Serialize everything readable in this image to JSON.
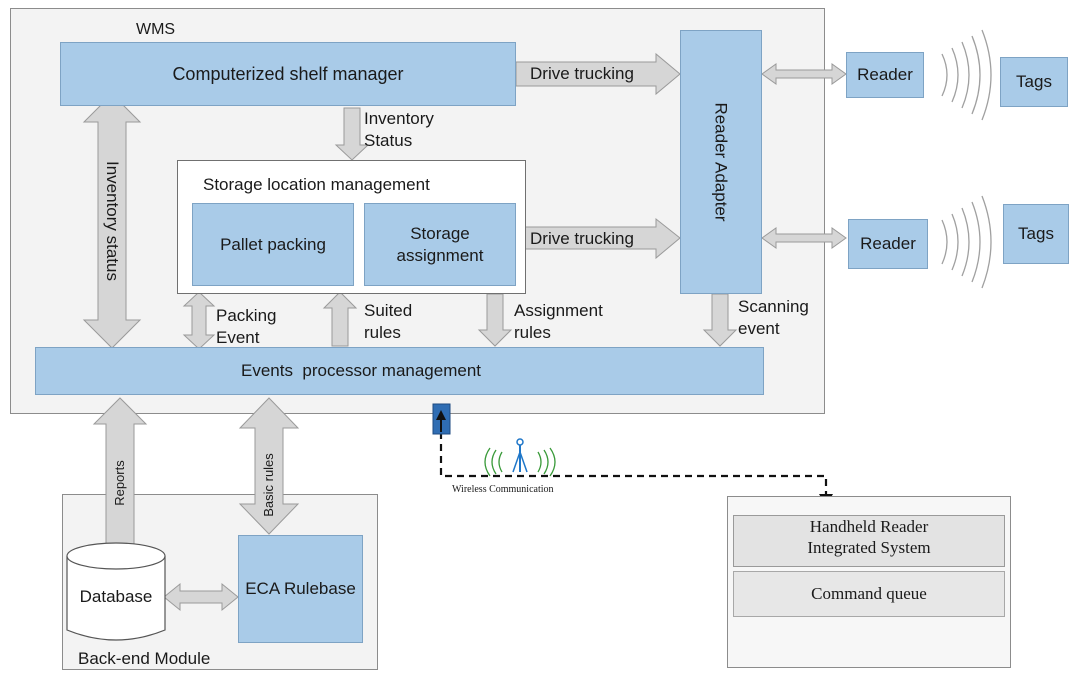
{
  "wms": {
    "title": "WMS",
    "shelf_manager": "Computerized shelf manager",
    "storage_location_title": "Storage location management",
    "pallet_packing": "Pallet packing",
    "storage_assignment": "Storage\nassignment",
    "reader_adapter": "Reader Adapter",
    "events_processor": "Events  processor management"
  },
  "flows": {
    "drive_trucking_top": "Drive trucking",
    "drive_trucking_bottom": "Drive trucking",
    "inventory_status_down": "Inventory\nStatus",
    "inventory_status_vertical": "Inventory status",
    "packing_event": "Packing\nEvent",
    "suited_rules": "Suited\nrules",
    "assignment_rules": "Assignment\nrules",
    "scanning_event": "Scanning\nevent",
    "reports": "Reports",
    "basic_rules": "Basic rules"
  },
  "readers": [
    {
      "reader": "Reader",
      "tags": "Tags"
    },
    {
      "reader": "Reader",
      "tags": "Tags"
    }
  ],
  "backend": {
    "title": "Back-end Module",
    "database": "Database",
    "ruleBase": "ECA Rulebase"
  },
  "wireless": {
    "label": "Wireless Communication"
  },
  "handheld": {
    "title": "Handheld Reader\nIntegrated System",
    "command_queue": "Command queue"
  },
  "colors": {
    "box_fill": "#a9cbe8",
    "arrow_fill": "#d6d6d6",
    "frame_fill": "#f3f3f3",
    "antenna": "#1f77c9",
    "signal": "#3a9a3a"
  }
}
